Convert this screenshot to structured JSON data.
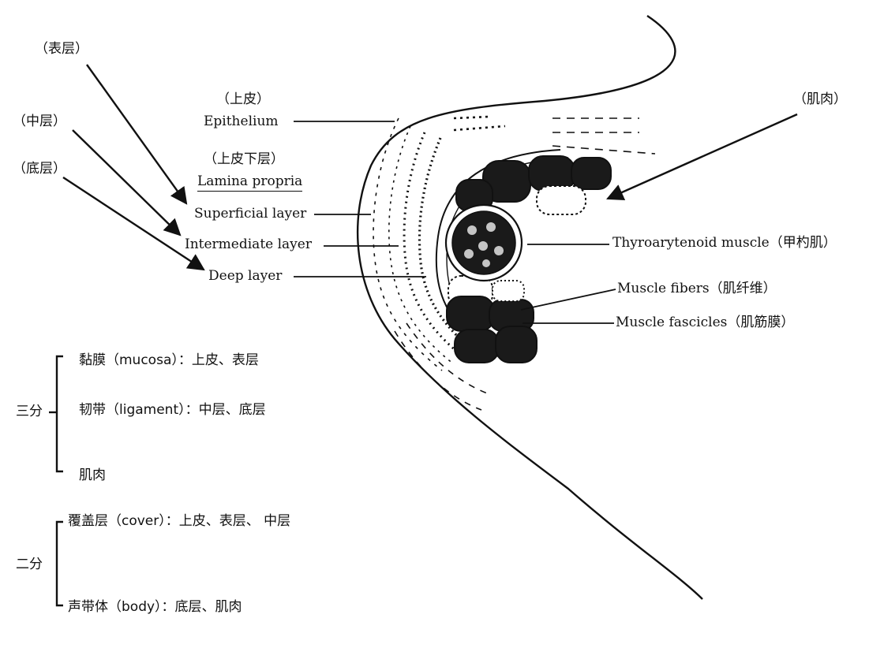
{
  "left_labels": {
    "surface_cn": "（表层）",
    "middle_cn": "（中层）",
    "bottom_cn": "（底层）"
  },
  "center_labels": {
    "epithelium_cn": "（上皮）",
    "epithelium_en": "Epithelium",
    "lamina_cn": "（上皮下层）",
    "lamina_en": "Lamina propria",
    "superficial_en": "Superficial layer",
    "intermediate_en": "Intermediate layer",
    "deep_en": "Deep layer"
  },
  "right_labels": {
    "muscle_cn": "（肌肉）",
    "thyroarytenoid": "Thyroarytenoid muscle（甲杓肌）",
    "fibers": "Muscle fibers（肌纤维）",
    "fascicles": "Muscle fascicles（肌筋膜）"
  },
  "three_part": {
    "title": "三分",
    "items": [
      "黏膜（mucosa）：上皮、表层",
      "韧带（ligament）：中层、底层",
      "肌肉"
    ]
  },
  "two_part": {
    "title": "二分",
    "items": [
      "覆盖层（cover）：上皮、表层、 中层",
      "声带体（body）：底层、肌肉"
    ]
  },
  "colors": {
    "ink": "#111111",
    "background": "#ffffff",
    "muscle_fill": "#1a1a1a"
  }
}
